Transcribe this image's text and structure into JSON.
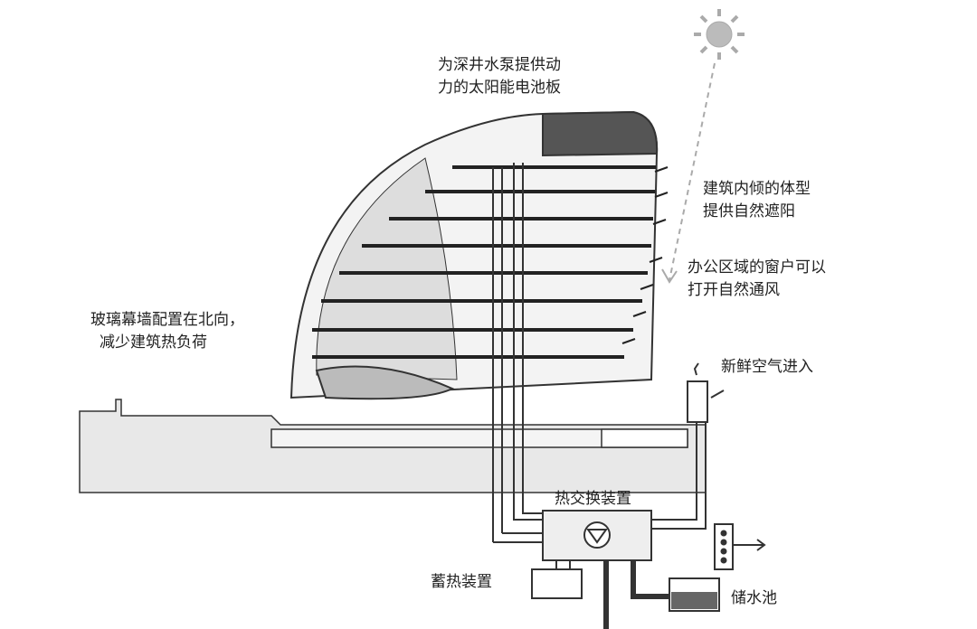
{
  "labels": {
    "solar_panel": [
      "为深井水泵提供动",
      "力的太阳能电池板"
    ],
    "inclined_form": [
      "建筑内倾的体型",
      "提供自然遮阳"
    ],
    "windows": [
      "办公区域的窗户可以",
      "打开自然通风"
    ],
    "glass_facade": [
      "玻璃幕墙配置在北向，",
      "减少建筑热负荷"
    ],
    "fresh_air": "新鲜空气进入",
    "heat_exchanger": "热交换装置",
    "heat_storage": "蓄热装置",
    "water_reservoir": "储水池"
  },
  "colors": {
    "line": "#333333",
    "fill_light": "#e6e6e6",
    "fill_dark": "#555555"
  }
}
